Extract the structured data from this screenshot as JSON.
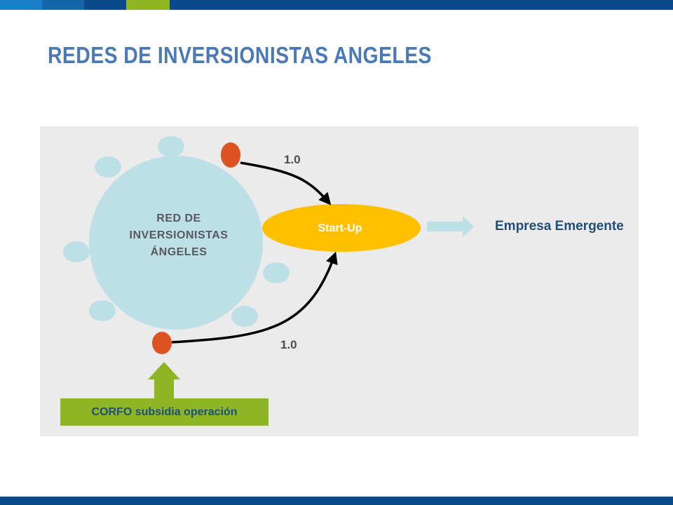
{
  "title": "REDES DE INVERSIONISTAS ANGELES",
  "network": {
    "label_lines": [
      "RED DE",
      "INVERSIONISTAS",
      "ÁNGELES"
    ]
  },
  "startup": {
    "label": "Start-Up"
  },
  "outcome": {
    "label": "Empresa Emergente"
  },
  "flows": {
    "top_value": "1.0",
    "bottom_value": "1.0"
  },
  "corfo": {
    "label": "CORFO subsidia operación"
  },
  "colors": {
    "title": "#4a7ab5",
    "bar_blue": "#0a4a8c",
    "accent_green": "#8db526",
    "network_circle": "#bde0e6",
    "investor_node": "#dd5222",
    "startup_fill": "#ffc000",
    "panel": "#ebebeb"
  }
}
